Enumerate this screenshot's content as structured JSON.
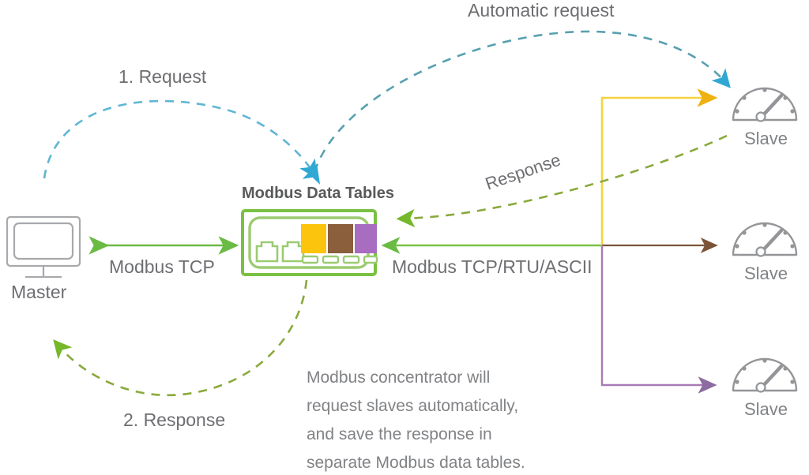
{
  "diagram": {
    "title_device": "Modbus Data Tables",
    "labels": {
      "automatic_request": "Automatic request",
      "request": "1. Request",
      "response_numbered": "2. Response",
      "response": "Response",
      "modbus_tcp": "Modbus TCP",
      "modbus_multi": "Modbus TCP/RTU/ASCII",
      "master": "Master"
    },
    "nodes": {
      "master": {
        "label": "Master",
        "icon": "monitor-icon"
      },
      "slaves": [
        {
          "label": "Slave",
          "icon": "gauge-icon"
        },
        {
          "label": "Slave",
          "icon": "gauge-icon"
        },
        {
          "label": "Slave",
          "icon": "gauge-icon"
        }
      ]
    },
    "device": {
      "ports": [
        "rj45-port",
        "rj45-port"
      ],
      "data_tables": [
        {
          "name": "table-yellow",
          "color": "#fcc40c"
        },
        {
          "name": "table-brown",
          "color": "#8b5e3c"
        },
        {
          "name": "table-purple",
          "color": "#a86cc1"
        }
      ],
      "indicators": [
        "led",
        "led",
        "led",
        "led"
      ]
    },
    "note_lines": [
      "Modbus concentrator will",
      "request slaves automatically,",
      "and save the response in",
      "separate Modbus data tables."
    ],
    "colors": {
      "green": "#7ac143",
      "green_line": "#6aba44",
      "green_dashed": "#8aa93c",
      "blue_dashed": "#2fa8d4",
      "teal_dashed": "#57a0b0",
      "yellow": "#f5d33f",
      "yellow_arrow": "#eeb111",
      "brown": "#7b5337",
      "purple": "#a77bb5",
      "device_border": "#7ac143",
      "gray_text": "#6d6e71",
      "gray_icon": "#939598"
    }
  }
}
